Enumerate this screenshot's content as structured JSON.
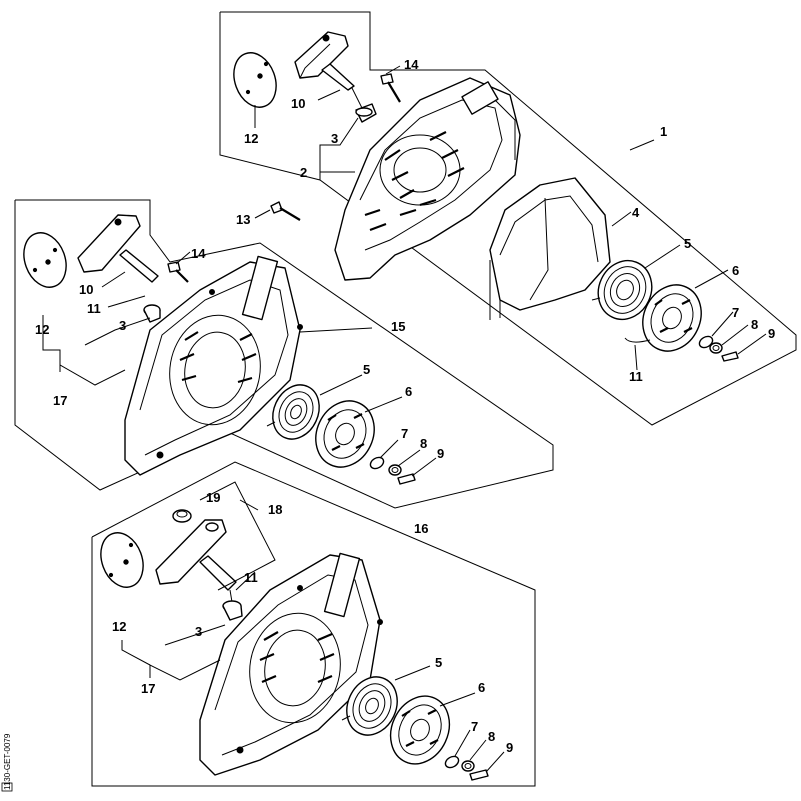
{
  "diagram": {
    "reference_code": "1130-GET-0079",
    "groups": [
      {
        "id": "group-1",
        "number": "1",
        "labels": [
          "14",
          "10",
          "12",
          "3",
          "2",
          "4",
          "5",
          "6",
          "7",
          "8",
          "9",
          "11",
          "13"
        ]
      },
      {
        "id": "group-15",
        "number": "15",
        "labels": [
          "14",
          "10",
          "11",
          "12",
          "3",
          "17",
          "5",
          "6",
          "7",
          "8",
          "9"
        ]
      },
      {
        "id": "group-16",
        "number": "16",
        "labels": [
          "19",
          "18",
          "11",
          "12",
          "3",
          "17",
          "5",
          "6",
          "7",
          "8",
          "9"
        ]
      }
    ],
    "label_texts": {
      "g1_n1": "1",
      "g1_n2": "2",
      "g1_n3": "3",
      "g1_n4": "4",
      "g1_n5": "5",
      "g1_n6": "6",
      "g1_n7": "7",
      "g1_n8": "8",
      "g1_n9": "9",
      "g1_n10": "10",
      "g1_n11": "11",
      "g1_n12": "12",
      "g1_n13": "13",
      "g1_n14": "14",
      "g2_n15": "15",
      "g2_n14": "14",
      "g2_n10": "10",
      "g2_n11": "11",
      "g2_n12": "12",
      "g2_n3": "3",
      "g2_n17": "17",
      "g2_n5": "5",
      "g2_n6": "6",
      "g2_n7": "7",
      "g2_n8": "8",
      "g2_n9": "9",
      "g3_n16": "16",
      "g3_n19": "19",
      "g3_n18": "18",
      "g3_n11": "11",
      "g3_n12": "12",
      "g3_n3": "3",
      "g3_n17": "17",
      "g3_n5": "5",
      "g3_n6": "6",
      "g3_n7": "7",
      "g3_n8": "8",
      "g3_n9": "9"
    }
  }
}
